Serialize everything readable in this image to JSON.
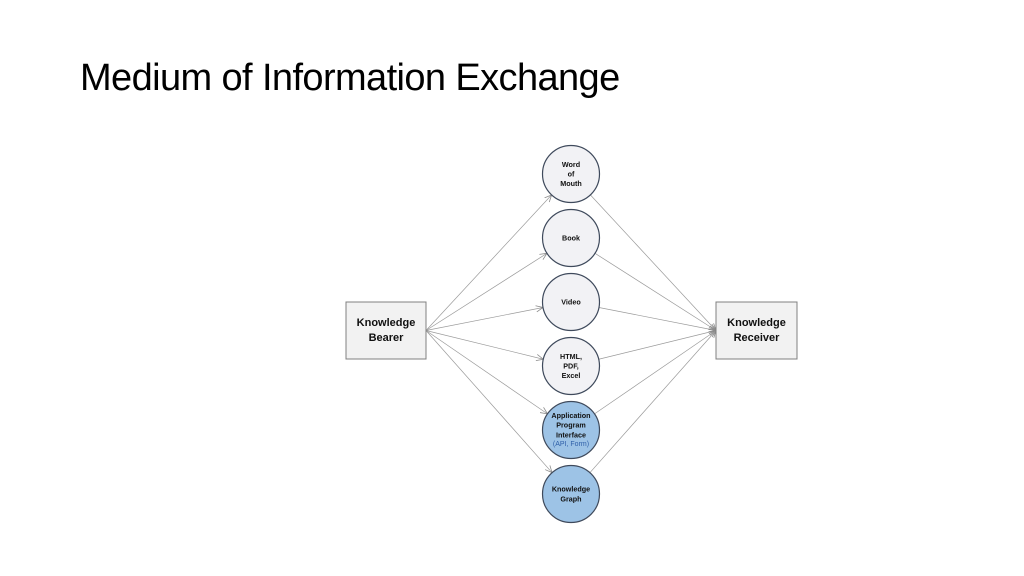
{
  "title": "Medium of Information Exchange",
  "colors": {
    "plain_fill": "#f2f2f5",
    "accent_fill": "#9dc3e6",
    "box_fill": "#f2f2f2",
    "edge": "#9a9a9a"
  },
  "diagram": {
    "source": {
      "lines": [
        "Knowledge",
        "Bearer"
      ]
    },
    "target": {
      "lines": [
        "Knowledge",
        "Receiver"
      ]
    },
    "mediums": [
      {
        "id": "word-of-mouth",
        "lines": [
          "Word",
          "of",
          "Mouth"
        ],
        "highlight": false
      },
      {
        "id": "book",
        "lines": [
          "Book"
        ],
        "highlight": false
      },
      {
        "id": "video",
        "lines": [
          "Video"
        ],
        "highlight": false
      },
      {
        "id": "html-pdf-excel",
        "lines": [
          "HTML,",
          "PDF,",
          "Excel"
        ],
        "highlight": false
      },
      {
        "id": "api",
        "lines": [
          "Application",
          "Program",
          "Interface"
        ],
        "sub": "(API, Form)",
        "highlight": true
      },
      {
        "id": "knowledge-graph",
        "lines": [
          "Knowledge",
          "Graph"
        ],
        "highlight": true
      }
    ]
  }
}
